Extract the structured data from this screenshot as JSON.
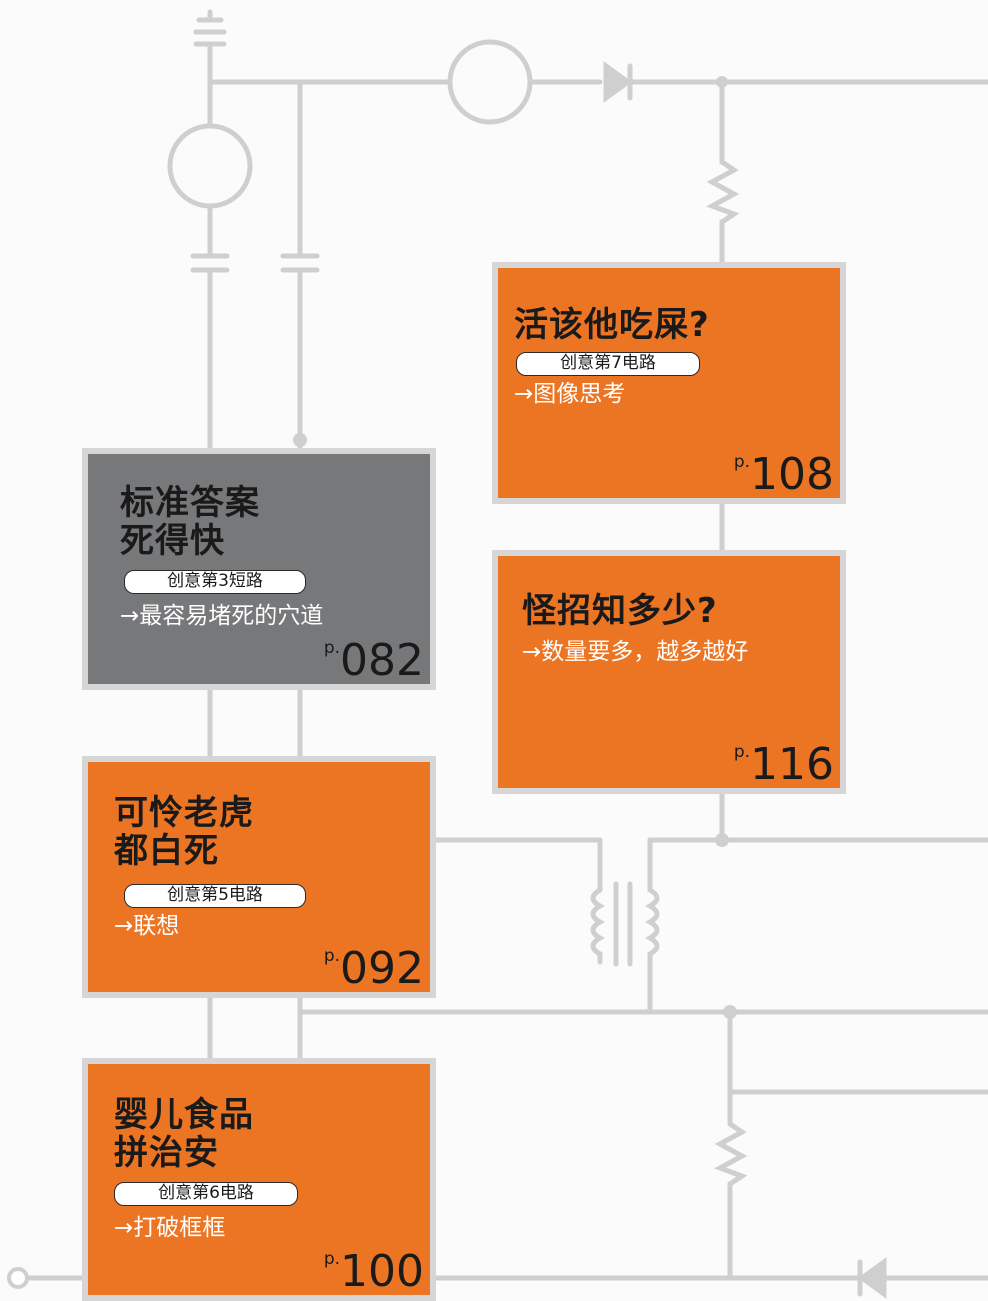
{
  "colors": {
    "orange": "#ec7524",
    "gray": "#77787a",
    "line": "#cfcfcf",
    "frame": "#d6d6d6"
  },
  "cards": {
    "c108": {
      "title": "活该他吃屎?",
      "tag": "创意第7电路",
      "sub": "→图像思考",
      "page_prefix": "p.",
      "page_num": "108"
    },
    "c082": {
      "title": "标准答案\n死得快",
      "tag": "创意第3短路",
      "sub": "→最容易堵死的穴道",
      "page_prefix": "p.",
      "page_num": "082"
    },
    "c116": {
      "title": "怪招知多少?",
      "sub": "→数量要多，越多越好",
      "page_prefix": "p.",
      "page_num": "116"
    },
    "c092": {
      "title": "可怜老虎\n都白死",
      "tag": "创意第5电路",
      "sub": "→联想",
      "page_prefix": "p.",
      "page_num": "092"
    },
    "c100": {
      "title": "婴儿食品\n拼治安",
      "tag": "创意第6电路",
      "sub": "→打破框框",
      "page_prefix": "p.",
      "page_num": "100"
    }
  }
}
